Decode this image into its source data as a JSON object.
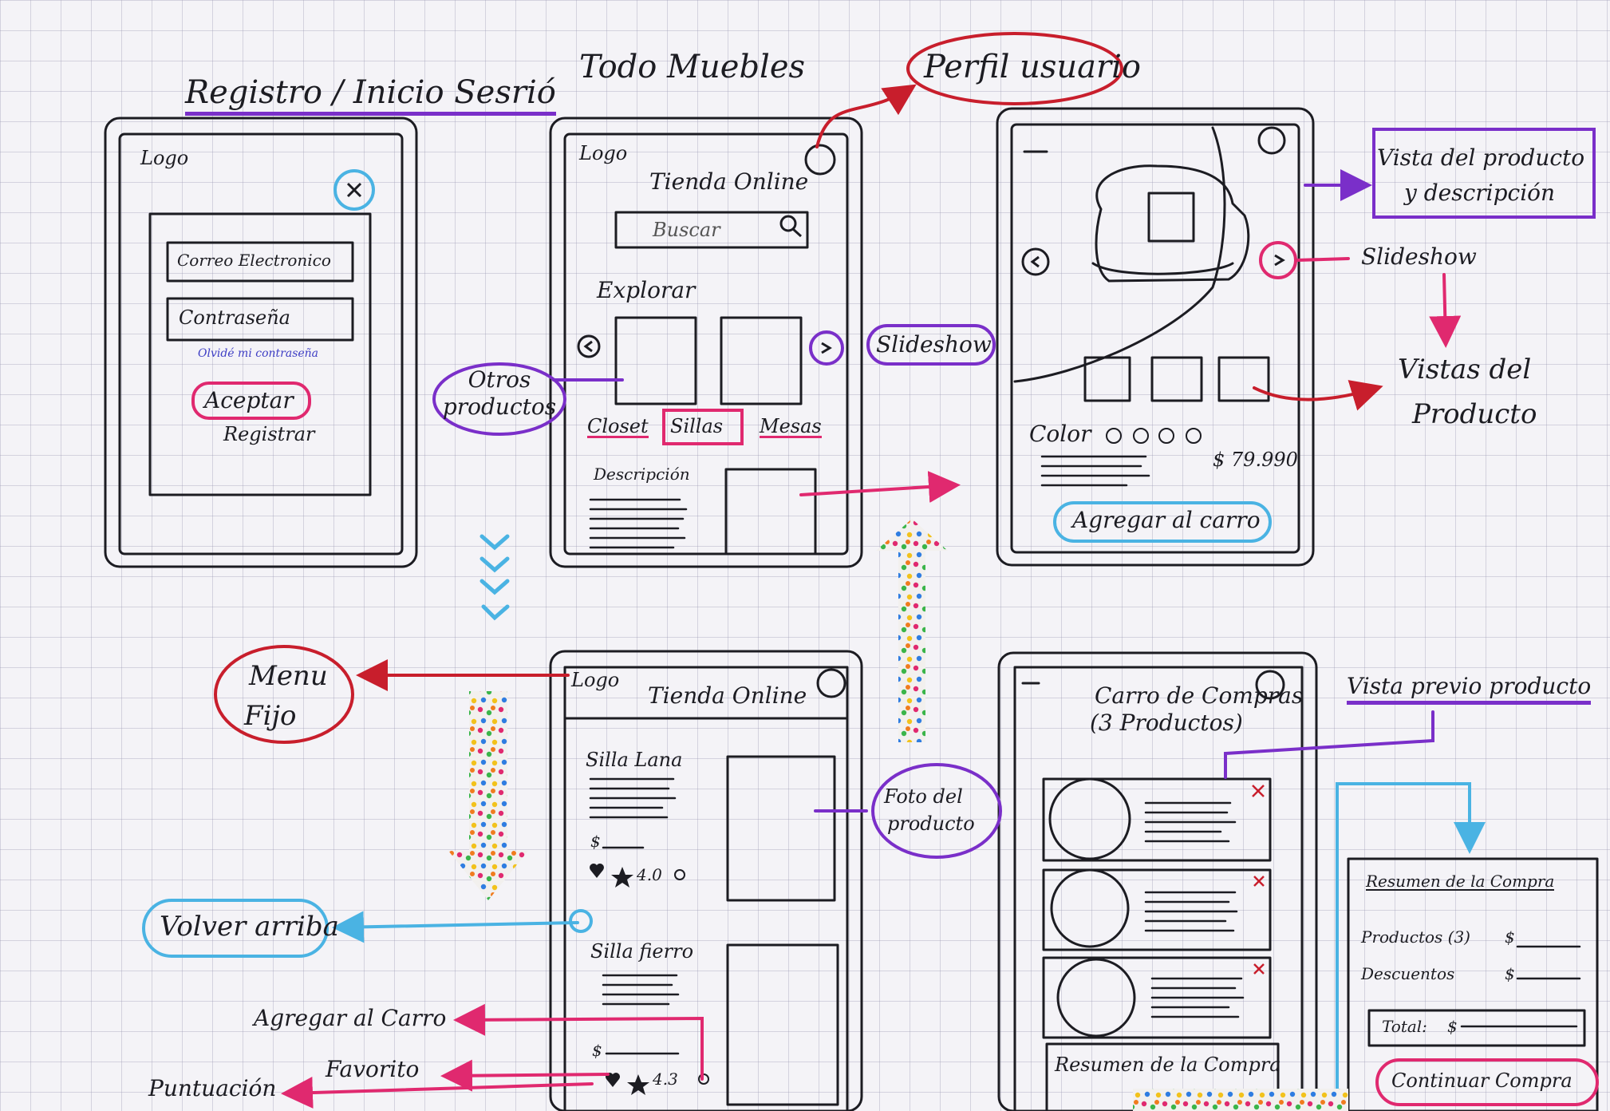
{
  "titles": {
    "register": "Registro / Inicio Sesrió",
    "app": "Todo Muebles",
    "profile": "Perfil usuario"
  },
  "screen1": {
    "logo": "Logo",
    "email": "Correo Electronico",
    "password": "Contraseña",
    "forgot": "Olvidé mi contraseña",
    "accept": "Aceptar",
    "register": "Registrar"
  },
  "screen2": {
    "logo": "Logo",
    "store": "Tienda Online",
    "search": "Buscar",
    "explore": "Explorar",
    "cat_closet": "Closet",
    "cat_sillas": "Sillas",
    "cat_mesas": "Mesas",
    "description": "Descripción"
  },
  "screen3": {
    "color": "Color",
    "price": "$ 79.990",
    "add_cart": "Agregar al carro"
  },
  "screen4": {
    "logo": "Logo",
    "store": "Tienda Online",
    "item1": "Silla Lana",
    "item1_rating": "4.0",
    "item2": "Silla fierro",
    "item2_rating": "4.3",
    "currency": "$"
  },
  "screen5": {
    "title1": "Carro de Compras",
    "title2": "(3 Productos)",
    "summary": "Resumen de la Compra"
  },
  "summary_panel": {
    "title": "Resumen de la Compra",
    "products": "Productos (3)",
    "discounts": "Descuentos",
    "total": "Total:",
    "currency": "$",
    "continue": "Continuar Compra"
  },
  "annotations": {
    "otros_productos_1": "Otros",
    "otros_productos_2": "productos",
    "slideshow_1": "Slideshow",
    "slideshow_2": "Slideshow",
    "vista_1": "Vista del producto",
    "vista_2": "y descripción",
    "vistas_1": "Vistas del",
    "vistas_2": "Producto",
    "menu_1": "Menu",
    "menu_2": "Fijo",
    "volver": "Volver arriba",
    "foto_1": "Foto del",
    "foto_2": "producto",
    "vista_previo": "Vista previo producto",
    "agregar": "Agregar al Carro",
    "favorito": "Favorito",
    "puntuacion": "Puntuación"
  },
  "colors": {
    "ink": "#1c1c22",
    "magenta": "#e0296f",
    "purple": "#7a2fc9",
    "cyan": "#4ab3e3",
    "red": "#c81e2c"
  }
}
